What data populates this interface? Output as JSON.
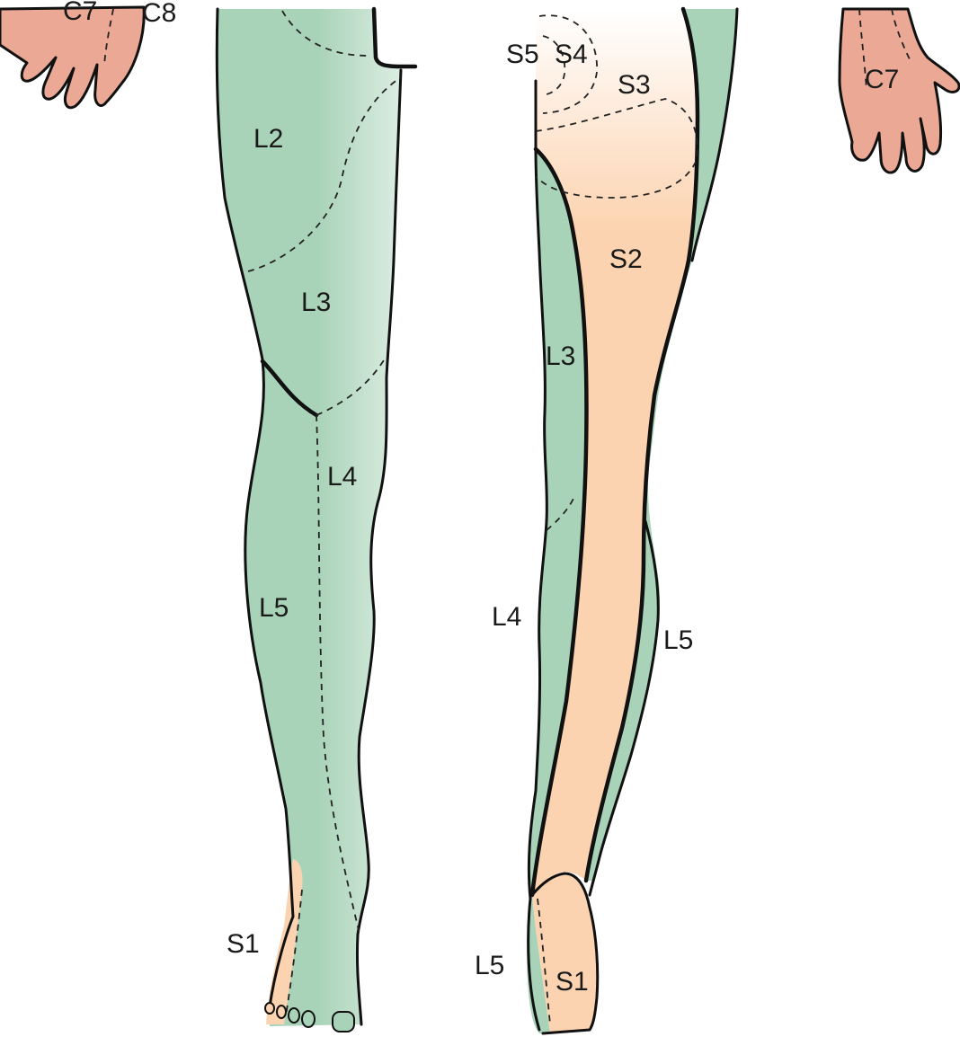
{
  "colors": {
    "lumbar": "#a9d3b8",
    "sacral": "#fcd3b0",
    "cervical": "#eaa895",
    "outline": "#111111"
  },
  "labels": {
    "c7_top_left": "C7",
    "c8": "C8",
    "l2": "L2",
    "l3_front": "L3",
    "l4_front": "L4",
    "l5_front": "L5",
    "s1_front": "S1",
    "s5": "S5",
    "s4": "S4",
    "s3": "S3",
    "s2": "S2",
    "l3_back": "L3",
    "l4_back": "L4",
    "l5_back_leg": "L5",
    "l5_back_foot": "L5",
    "s1_back": "S1",
    "c7_right": "C7"
  }
}
